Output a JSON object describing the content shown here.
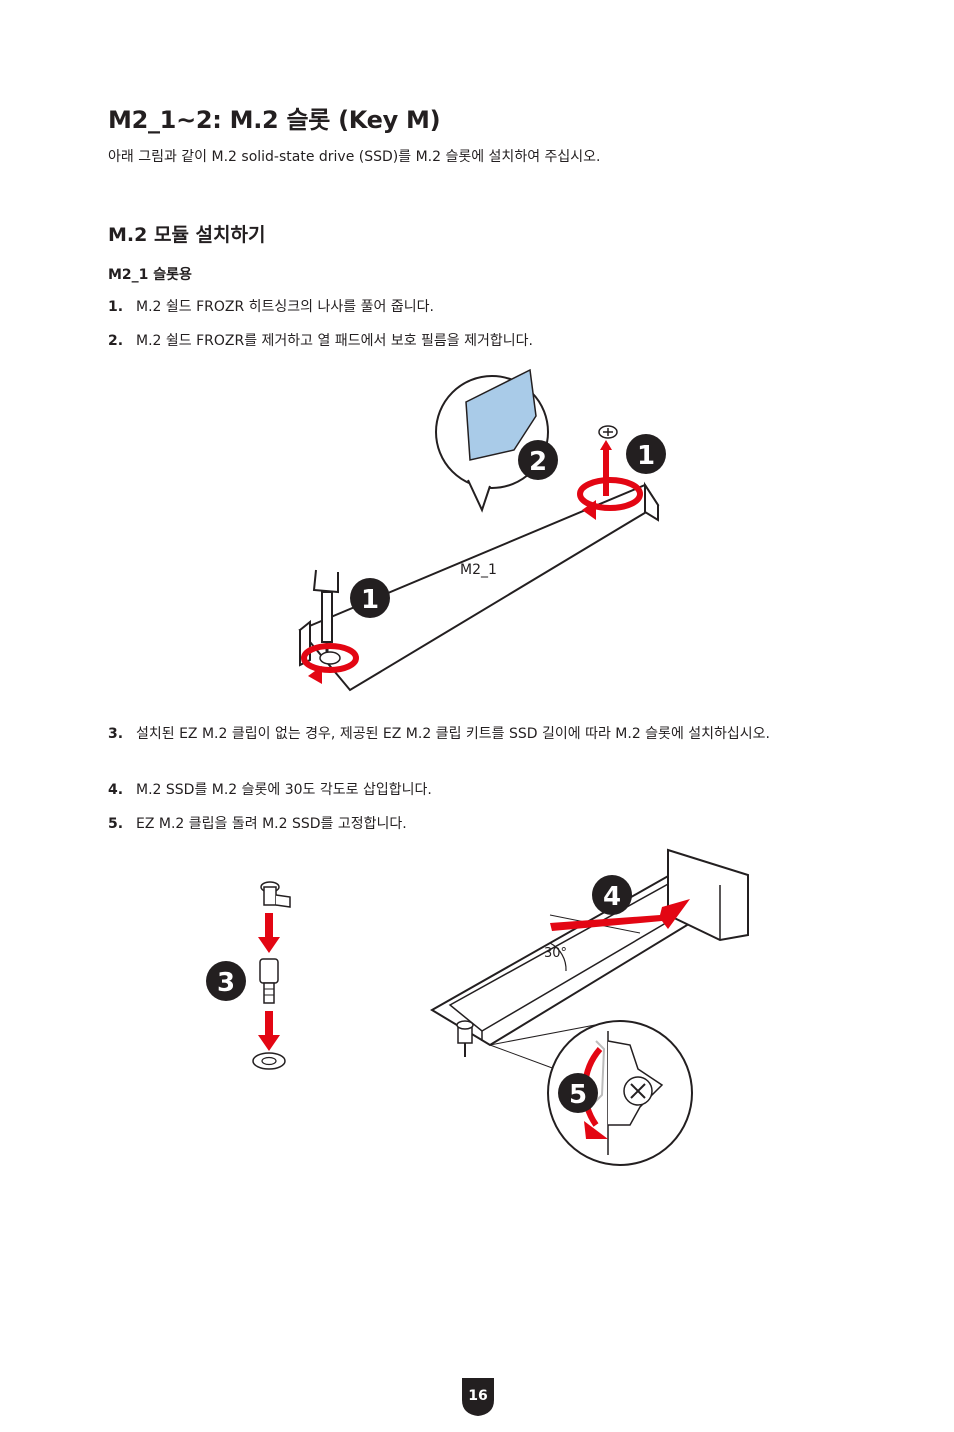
{
  "heading": "M2_1~2: M.2 슬롯 (Key M)",
  "intro": "아래 그림과 같이 M.2 solid-state drive (SSD)를 M.2 슬롯에 설치하여 주십시오.",
  "section_title": "M.2 모듈 설치하기",
  "subsection_title": "M2_1 슬롯용",
  "steps": [
    {
      "num": "1.",
      "text": "M.2 쉴드 FROZR 히트싱크의 나사를 풀어 줍니다."
    },
    {
      "num": "2.",
      "text": "M.2 쉴드 FROZR를 제거하고 열 패드에서 보호 필름을 제거합니다."
    },
    {
      "num": "3.",
      "text": "설치된 EZ M.2 클립이 없는 경우, 제공된 EZ M.2 클립 키트를 SSD 길이에 따라 M.2 슬롯에 설치하십시오."
    },
    {
      "num": "4.",
      "text": "M.2 SSD를 M.2 슬롯에 30도 각도로 삽입합니다."
    },
    {
      "num": "5.",
      "text": "EZ M.2 클립을 돌려 M.2 SSD를 고정합니다."
    }
  ],
  "figure1": {
    "slot_label": "M2_1",
    "badges": [
      "1",
      "2",
      "1"
    ]
  },
  "figure2": {
    "angle_label": "30°",
    "badges": [
      "3",
      "4",
      "5"
    ]
  },
  "page_number": "16",
  "colors": {
    "accent_red": "#e30613",
    "badge": "#231f20",
    "pad_blue": "#a9cbe8"
  }
}
